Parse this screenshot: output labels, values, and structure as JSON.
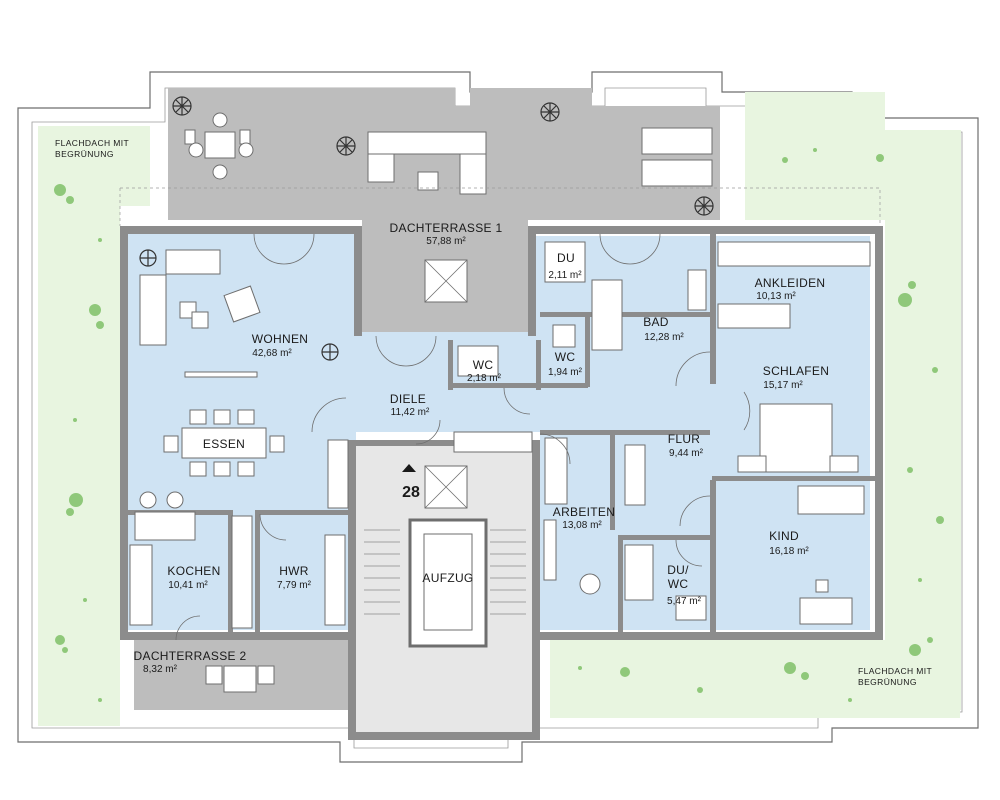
{
  "colors": {
    "room": "#cfe3f3",
    "terrace": "#bdbdbd",
    "stair": "#e7e7e7",
    "green": "#e8f5e0",
    "wall": "#8c8c8c"
  },
  "labels": {
    "flachdach_nw": [
      "FLACHDACH MIT",
      "BEGRÜNUNG"
    ],
    "flachdach_se": [
      "FLACHDACH MIT",
      "BEGRÜNUNG"
    ],
    "stair_number": "28"
  },
  "rooms": {
    "dachterrasse1": {
      "name": "DACHTERRASSE 1",
      "area": "57,88 m²"
    },
    "wohnen": {
      "name": "WOHNEN",
      "area": "42,68 m²"
    },
    "essen": {
      "name": "ESSEN"
    },
    "kochen": {
      "name": "KOCHEN",
      "area": "10,41 m²"
    },
    "hwr": {
      "name": "HWR",
      "area": "7,79 m²"
    },
    "dachterrasse2": {
      "name": "DACHTERRASSE 2",
      "area": "8,32 m²"
    },
    "diele": {
      "name": "DIELE",
      "area": "11,42 m²"
    },
    "wc1": {
      "name": "WC",
      "area": "2,18 m²"
    },
    "wc2": {
      "name": "WC",
      "area": "1,94 m²"
    },
    "du": {
      "name": "DU",
      "area": "2,11 m²"
    },
    "bad": {
      "name": "BAD",
      "area": "12,28 m²"
    },
    "ankleiden": {
      "name": "ANKLEIDEN",
      "area": "10,13 m²"
    },
    "schlafen": {
      "name": "SCHLAFEN",
      "area": "15,17 m²"
    },
    "flur": {
      "name": "FLUR",
      "area": "9,44 m²"
    },
    "arbeiten": {
      "name": "ARBEITEN",
      "area": "13,08 m²"
    },
    "duwc": {
      "name": "DU/\nWC",
      "name_line1": "DU/",
      "name_line2": "WC",
      "area": "5,47 m²"
    },
    "kind": {
      "name": "KIND",
      "area": "16,18 m²"
    },
    "aufzug": {
      "name": "AUFZUG"
    }
  }
}
